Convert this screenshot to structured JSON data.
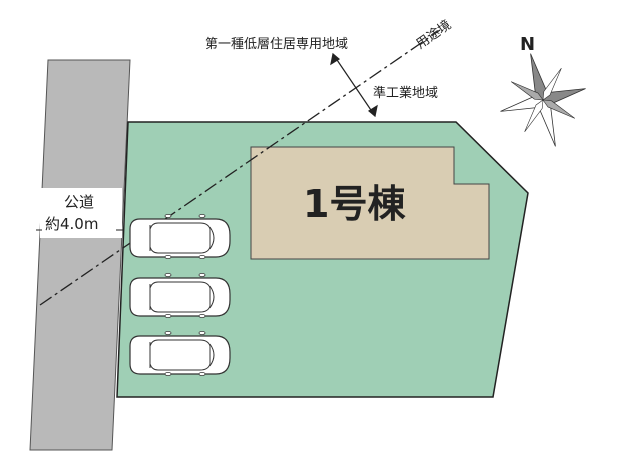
{
  "colors": {
    "lot_fill": "#9fcfb5",
    "lot_stroke": "#222222",
    "road_fill": "#b9b9b9",
    "building_fill": "#d9cdb3",
    "car_fill": "#ffffff",
    "compass_fill": "#888888"
  },
  "labels": {
    "zone_upper": "第一種低層住居専用地域",
    "zone_lower": "準工業地域",
    "zone_boundary": "用途境",
    "road_line1": "公道",
    "road_line2": "約4.0m",
    "building": "1号棟",
    "compass": "N"
  },
  "icons": {
    "compass": "north-arrow-icon",
    "car": "car-icon",
    "zone_arrow": "double-arrow-icon"
  },
  "parking": {
    "count": 3
  }
}
